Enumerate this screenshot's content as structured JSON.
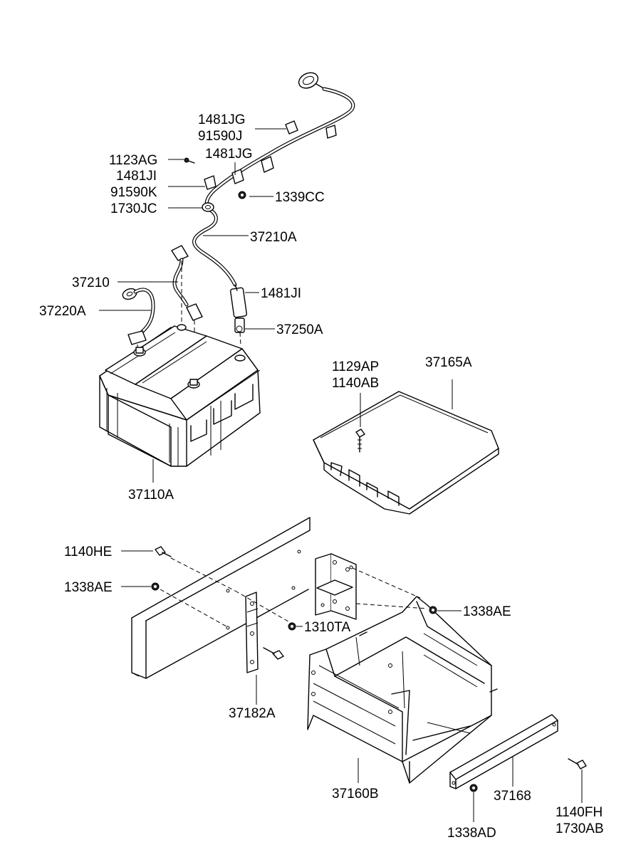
{
  "diagram": {
    "labels": {
      "l1481jg_a": "1481JG",
      "l91590j": "91590J",
      "l1123ag": "1123AG",
      "l1481jg_b": "1481JG",
      "l1481ji_a": "1481JI",
      "l91590k": "91590K",
      "l1339cc": "1339CC",
      "l1730jc": "1730JC",
      "l37210a": "37210A",
      "l37210": "37210",
      "l1481ji_b": "1481JI",
      "l37220a": "37220A",
      "l37250a": "37250A",
      "l1129ap": "1129AP",
      "l37165a": "37165A",
      "l1140ab": "1140AB",
      "l37110a": "37110A",
      "l1140he": "1140HE",
      "l1338ae_a": "1338AE",
      "l1338ae_b": "1338AE",
      "l1310ta": "1310TA",
      "l37182a": "37182A",
      "l37160b": "37160B",
      "l37168": "37168",
      "l1140fh": "1140FH",
      "l1730ab": "1730AB",
      "l1338ad": "1338AD"
    }
  }
}
